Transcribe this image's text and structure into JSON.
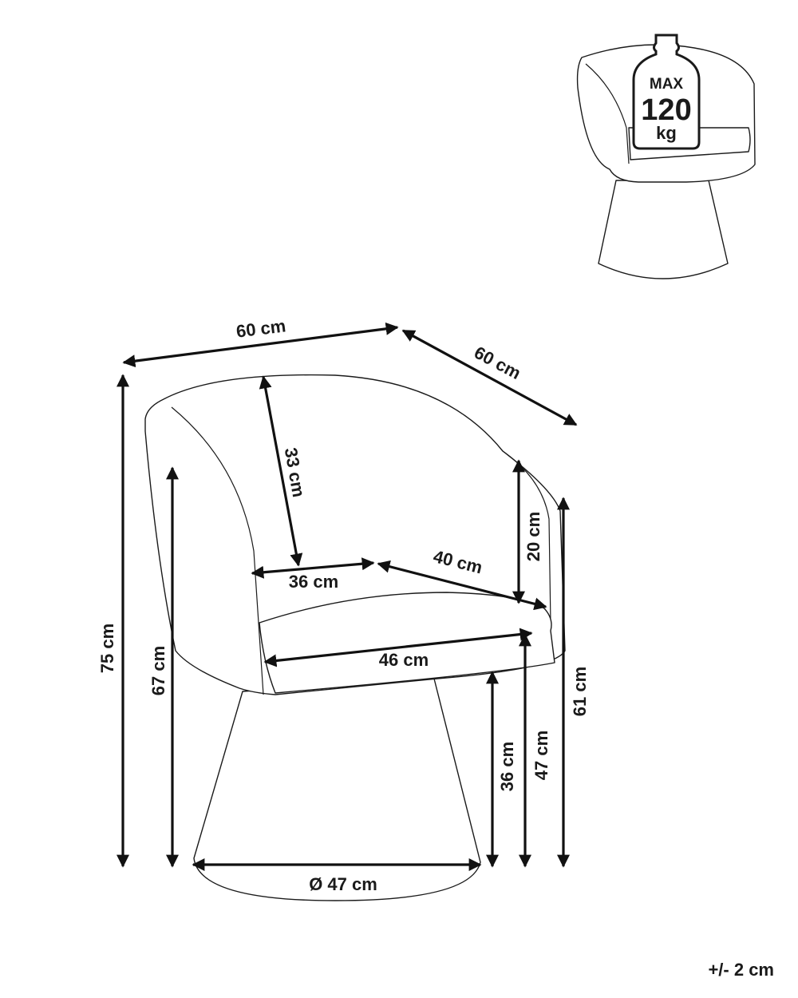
{
  "weight_badge": {
    "line1": "MAX",
    "line2": "120",
    "line3": "kg"
  },
  "dimensions": {
    "top_width": "60 cm",
    "top_depth": "60 cm",
    "backrest_height": "33 cm",
    "seat_back_depth": "36 cm",
    "seat_depth": "40 cm",
    "armrest_height": "20 cm",
    "seat_width": "46 cm",
    "total_height": "75 cm",
    "backrest_height_from_floor": "67 cm",
    "armrest_height_from_floor": "61 cm",
    "seat_height": "47 cm",
    "base_height": "36 cm",
    "base_diameter": "Ø 47 cm"
  },
  "tolerance": "+/- 2 cm"
}
